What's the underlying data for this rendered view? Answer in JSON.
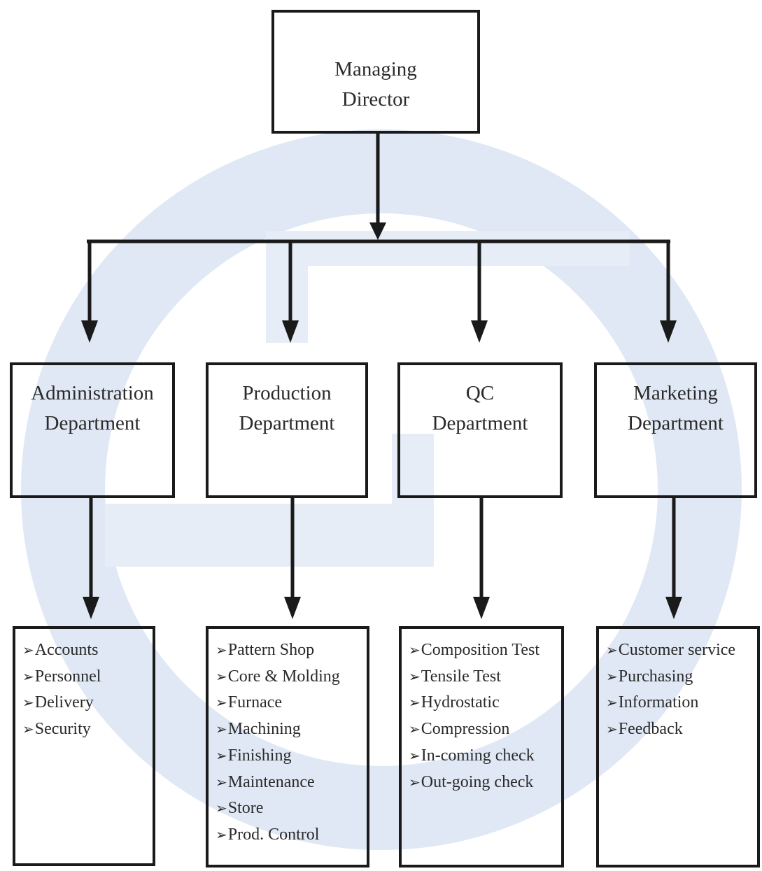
{
  "top": {
    "line1": "Managing",
    "line2": "Director"
  },
  "departments": [
    {
      "line1": "Administration",
      "line2": "Department",
      "items": [
        "Accounts",
        "Personnel",
        "Delivery",
        "Security"
      ]
    },
    {
      "line1": "Production",
      "line2": "Department",
      "items": [
        "Pattern Shop",
        "Core & Molding",
        "Furnace",
        "Machining",
        "Finishing",
        "Maintenance",
        "Store",
        "Prod. Control"
      ]
    },
    {
      "line1": "QC",
      "line2": "Department",
      "items": [
        "Composition Test",
        "Tensile Test",
        "Hydrostatic",
        "Compression",
        "In-coming check",
        "Out-going check"
      ]
    },
    {
      "line1": "Marketing",
      "line2": "Department",
      "items": [
        "Customer service",
        "Purchasing",
        "Information",
        "Feedback"
      ]
    }
  ],
  "colors": {
    "line": "#1a1a1a",
    "watermark": "#dfe8f4"
  },
  "icons": {
    "bullet": "arrowhead-bullet"
  }
}
